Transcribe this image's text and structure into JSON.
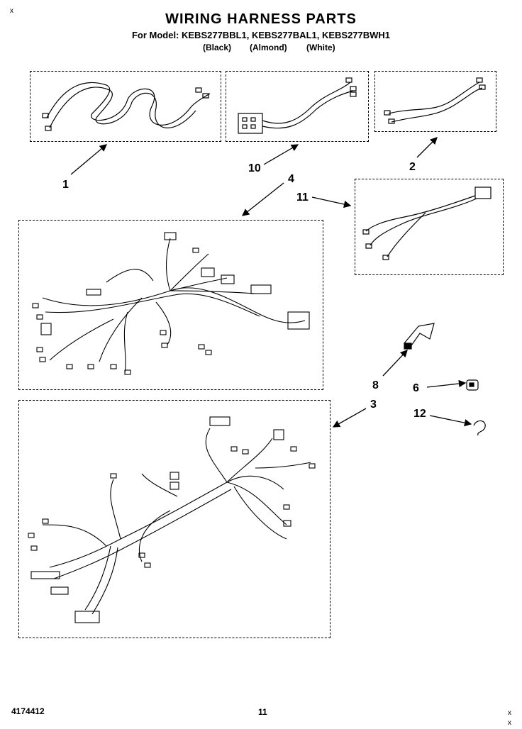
{
  "header": {
    "title": "WIRING HARNESS PARTS",
    "models": "For Model: KEBS277BBL1, KEBS277BAL1, KEBS277BWH1",
    "color_black": "(Black)",
    "color_almond": "(Almond)",
    "color_white": "(White)"
  },
  "callouts": {
    "c1": "1",
    "c10": "10",
    "c2": "2",
    "c4": "4",
    "c11": "11",
    "c8": "8",
    "c6": "6",
    "c3": "3",
    "c12": "12"
  },
  "footer": {
    "doc_id": "4174412",
    "page": "11"
  },
  "corner_marks": [
    "x",
    "x",
    "x"
  ]
}
